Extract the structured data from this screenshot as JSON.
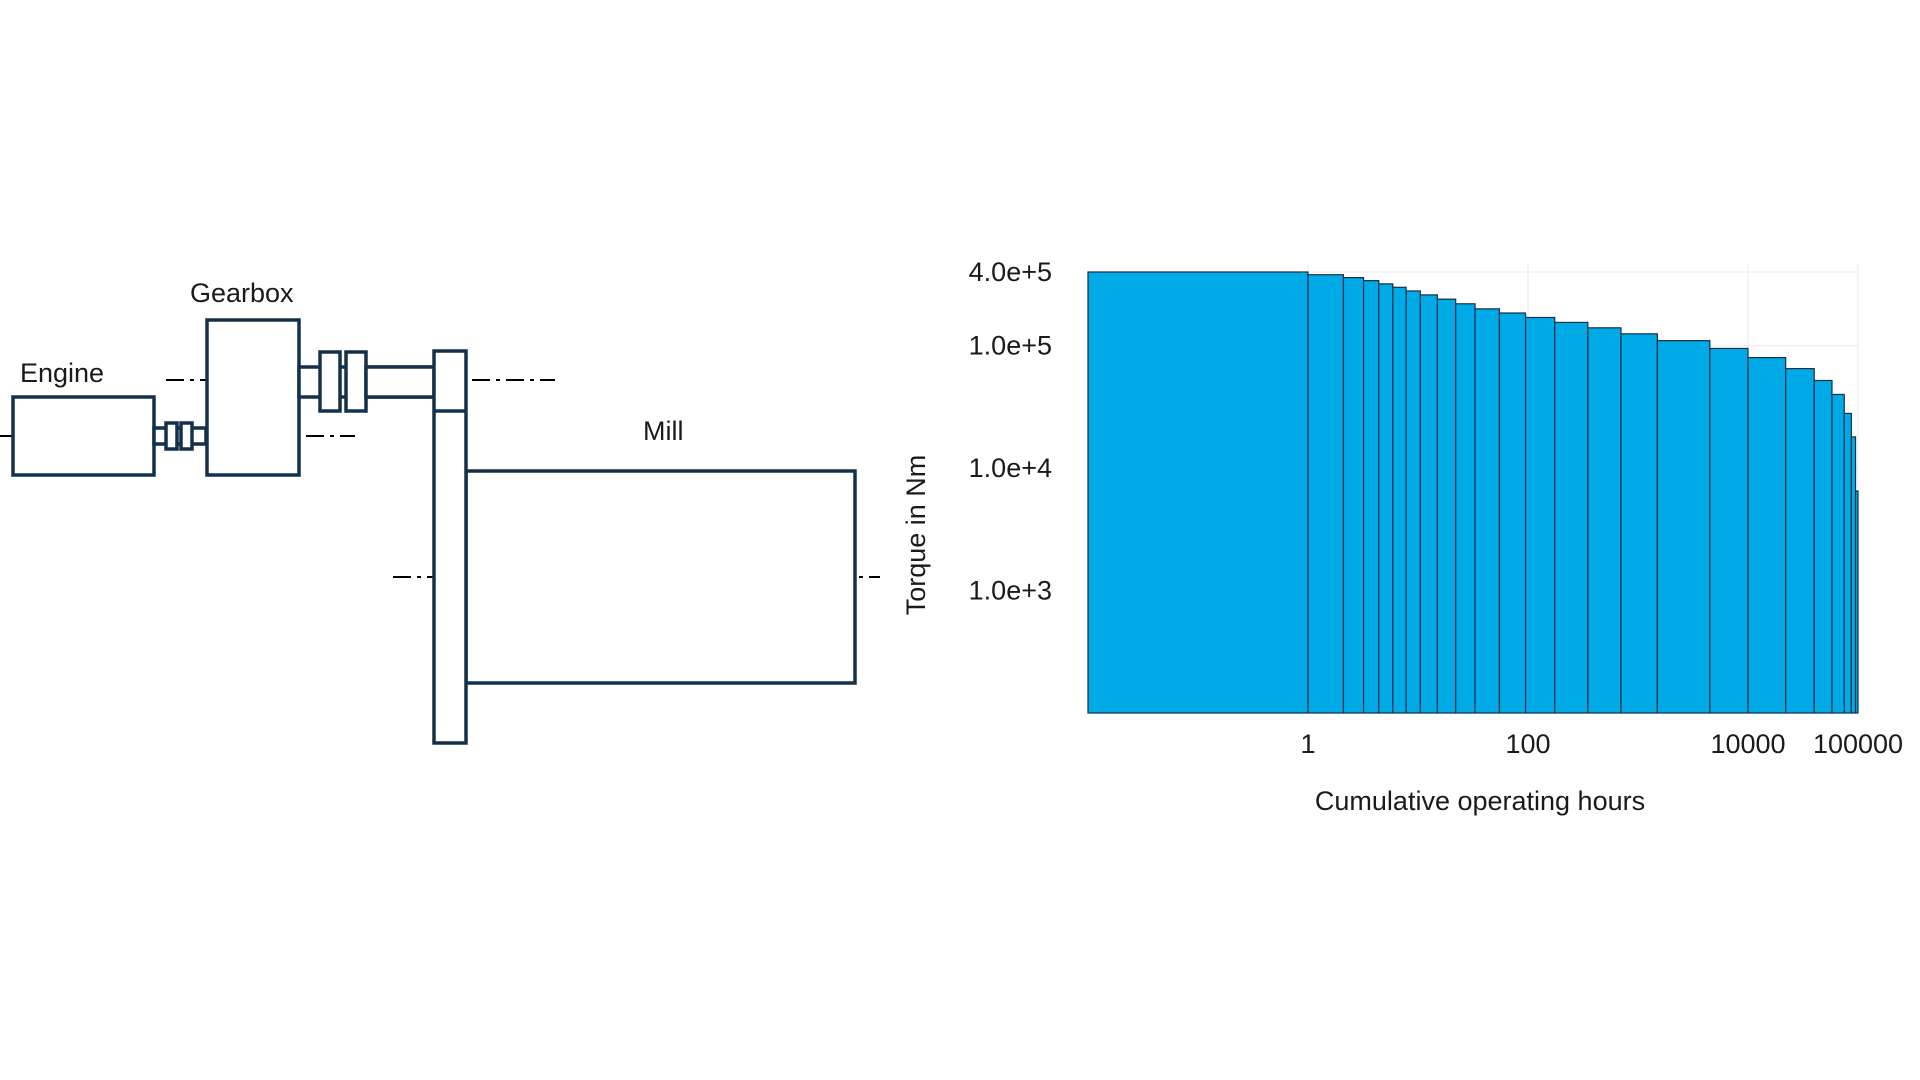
{
  "diagram": {
    "labels": {
      "engine": "Engine",
      "gearbox": "Gearbox",
      "mill": "Mill"
    },
    "line_color": "#14304a"
  },
  "chart_data": {
    "type": "bar",
    "title": "",
    "xlabel": "Cumulative operating hours",
    "ylabel": "Torque in Nm",
    "x_scale": "log",
    "y_scale": "log",
    "x_ticks": [
      "1",
      "100",
      "10000",
      "100000"
    ],
    "y_ticks": [
      "4.0e+5",
      "1.0e+5",
      "1.0e+4",
      "1.0e+3"
    ],
    "xlim": [
      0.01,
      100000
    ],
    "ylim": [
      100,
      400000
    ],
    "bar_color": "#00aae7",
    "edge_color": "#14304a",
    "grid": true,
    "legend": "none",
    "bins": [
      {
        "x_end": 1,
        "torque": 400000
      },
      {
        "x_end": 2.1,
        "torque": 380000
      },
      {
        "x_end": 3.2,
        "torque": 360000
      },
      {
        "x_end": 4.4,
        "torque": 340000
      },
      {
        "x_end": 5.9,
        "torque": 320000
      },
      {
        "x_end": 7.8,
        "torque": 300000
      },
      {
        "x_end": 10.5,
        "torque": 280000
      },
      {
        "x_end": 15,
        "torque": 260000
      },
      {
        "x_end": 22,
        "torque": 240000
      },
      {
        "x_end": 33,
        "torque": 220000
      },
      {
        "x_end": 55,
        "torque": 200000
      },
      {
        "x_end": 95,
        "torque": 185000
      },
      {
        "x_end": 175,
        "torque": 170000
      },
      {
        "x_end": 350,
        "torque": 155000
      },
      {
        "x_end": 700,
        "torque": 140000
      },
      {
        "x_end": 1500,
        "torque": 125000
      },
      {
        "x_end": 4500,
        "torque": 110000
      },
      {
        "x_end": 10000,
        "torque": 95000
      },
      {
        "x_end": 22000,
        "torque": 80000
      },
      {
        "x_end": 40000,
        "torque": 65000
      },
      {
        "x_end": 58000,
        "torque": 52000
      },
      {
        "x_end": 75000,
        "torque": 40000
      },
      {
        "x_end": 87000,
        "torque": 28000
      },
      {
        "x_end": 95000,
        "torque": 18000
      },
      {
        "x_end": 100000,
        "torque": 6500
      }
    ]
  }
}
